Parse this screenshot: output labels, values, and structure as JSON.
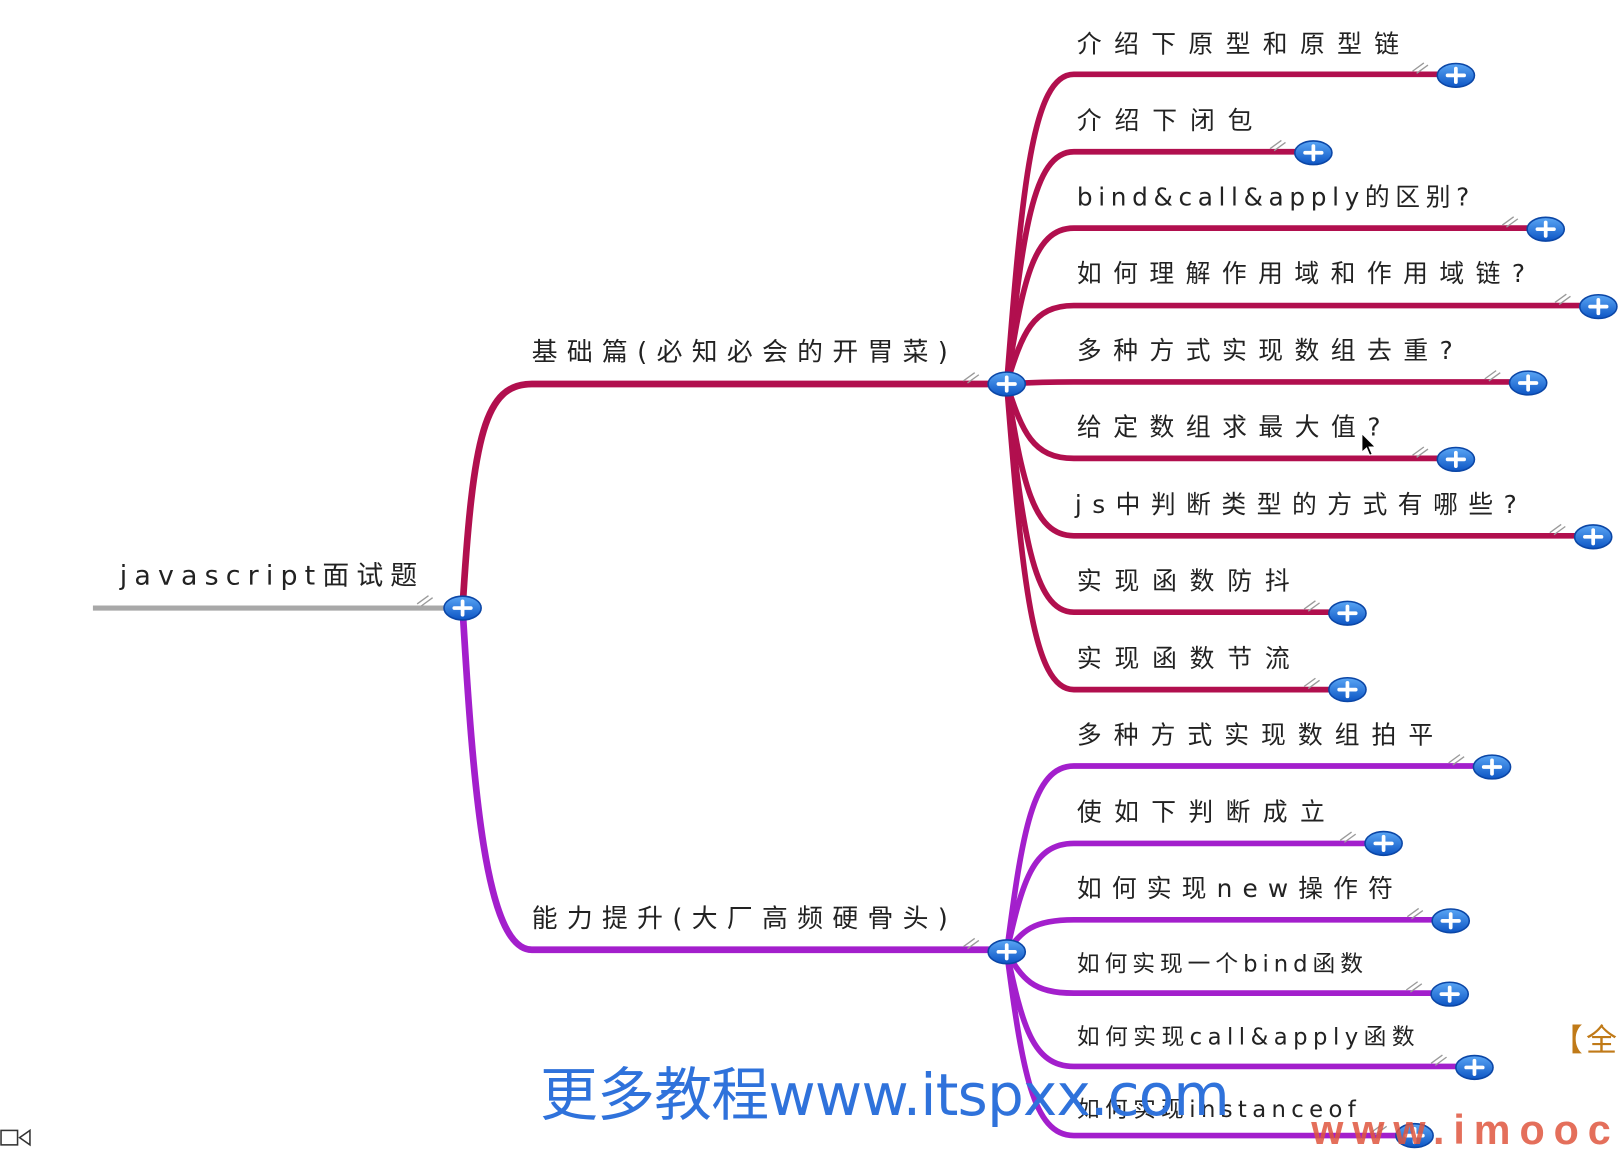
{
  "root": {
    "label": "javascript面试题"
  },
  "branches": [
    {
      "label": "基础篇(必知必会的开胃菜)",
      "color": "#b10f4e",
      "children": [
        {
          "label": "介绍下原型和原型链"
        },
        {
          "label": "介绍下闭包"
        },
        {
          "label": "bind&call&apply的区别?"
        },
        {
          "label": "如何理解作用域和作用域链?"
        },
        {
          "label": "多种方式实现数组去重?"
        },
        {
          "label": "给定数组求最大值?"
        },
        {
          "label": "js中判断类型的方式有哪些?"
        },
        {
          "label": "实现函数防抖"
        },
        {
          "label": "实现函数节流"
        }
      ]
    },
    {
      "label": "能力提升(大厂高频硬骨头)",
      "color": "#a31fcc",
      "children": [
        {
          "label": "多种方式实现数组拍平"
        },
        {
          "label": "使如下判断成立"
        },
        {
          "label": "如何实现new操作符"
        },
        {
          "label": "如何实现一个bind函数"
        },
        {
          "label": "如何实现call&apply函数"
        },
        {
          "label": "如何实现instanceof"
        }
      ]
    }
  ],
  "overlays": {
    "watermark": "更多教程www.itspxx.com",
    "site_mark": "www.imooc",
    "corner_title": "【全"
  },
  "colors": {
    "root_line": "#a8a8a8",
    "toggle_light": "#5aa6f5",
    "toggle_dark": "#0d55c4",
    "watermark": "#2f72db",
    "site_mark": "#e0573f",
    "corner_title": "#c07a18"
  },
  "icons": {
    "toggle": "plus-circle-icon",
    "grip": "grip-mark-icon",
    "cursor": "mouse-cursor-icon",
    "recorder": "video-camera-icon"
  }
}
